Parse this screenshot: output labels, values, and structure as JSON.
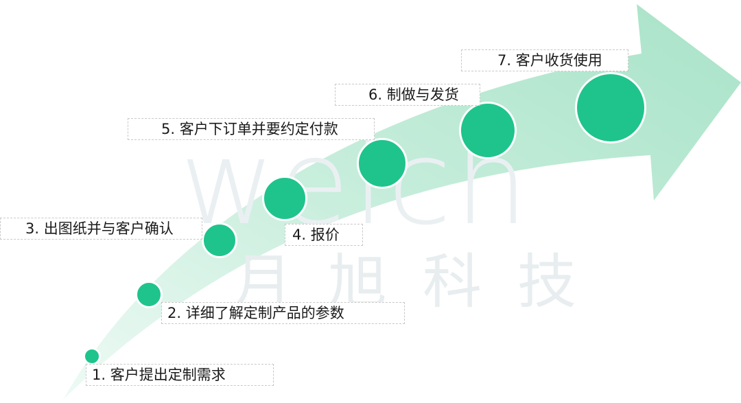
{
  "watermark": {
    "latin": "welch",
    "cjk": "月旭科技"
  },
  "colors": {
    "circle": "#1ec48c",
    "arrow_light": "#eefaf5",
    "arrow_mid": "#c9eedd",
    "arrow_dark": "#a8e3c8"
  },
  "steps": [
    {
      "label": "1. 客户提出定制需求"
    },
    {
      "label": "2. 详细了解定制产品的参数"
    },
    {
      "label": "3. 出图纸并与客户确认"
    },
    {
      "label": "4. 报价"
    },
    {
      "label": "5. 客户下订单并要约定付款"
    },
    {
      "label": "6. 制做与发货"
    },
    {
      "label": "7. 客户收货使用"
    }
  ]
}
